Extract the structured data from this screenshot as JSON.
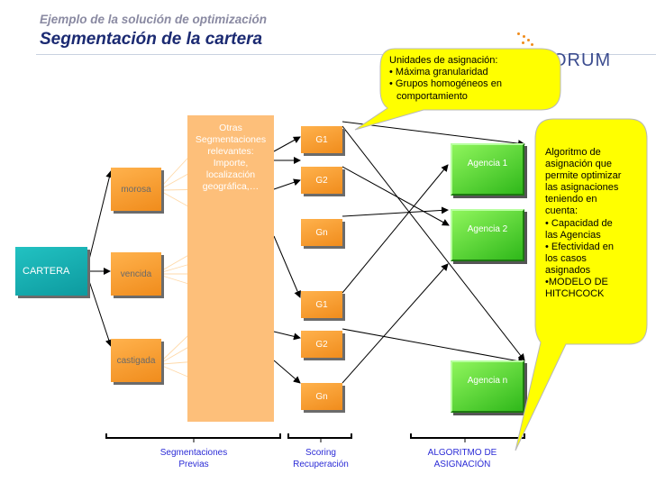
{
  "header": {
    "subtitle": "Ejemplo de la solución de optimización",
    "title": "Segmentación de la cartera",
    "logo_text": "ORUM"
  },
  "nodes": {
    "cartera": "CARTERA",
    "morosa": "morosa",
    "vencida": "vencida",
    "castigada": "castigada",
    "otras_segmentaciones": "Otras Segmentaciones relevantes: Importe, localización geográfica,…",
    "groups": [
      "G1",
      "G2",
      "Gn",
      "G1",
      "G2",
      "Gn"
    ],
    "agencies": [
      "Agencia 1",
      "Agencia 2",
      "Agencia n"
    ]
  },
  "callout_top": {
    "title": "Unidades de asignación:",
    "bullets": [
      "• Máxima granularidad",
      "• Grupos homogéneos en",
      "comportamiento"
    ]
  },
  "callout_right": {
    "lines": [
      "Algoritmo de",
      "asignación que",
      "permite optimizar",
      "las asignaciones",
      "teniendo en",
      "cuenta:",
      "• Capacidad de",
      "las Agencias",
      "• Efectividad en",
      "los casos",
      "asignados",
      "•MODELO DE",
      "HITCHCOCK"
    ]
  },
  "bottom_labels": {
    "segmentaciones": [
      "Segmentaciones",
      "Previas"
    ],
    "scoring": [
      "Scoring",
      "Recuperación"
    ],
    "algoritmo": [
      "ALGORITMO DE",
      "ASIGNACIÓN"
    ]
  },
  "colors": {
    "teal": "#13aeb0",
    "orange": "#f08c1c",
    "light_orange": "#fdbf7a",
    "green": "#2fb81a",
    "callout_yellow": "#ffff00",
    "title_blue": "#1b2a72",
    "label_blue": "#2b2bd6"
  }
}
